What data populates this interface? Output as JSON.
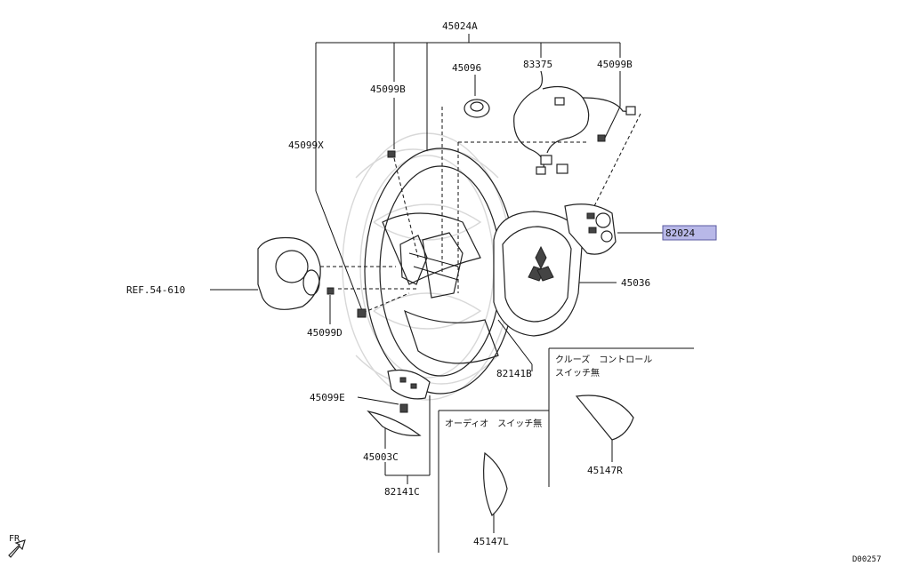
{
  "diagram": {
    "part_labels": {
      "p45024a": "45024A",
      "p45096": "45096",
      "p83375": "83375",
      "p45099b_left": "45099B",
      "p45099b_right": "45099B",
      "p45099x": "45099X",
      "p82024": "82024",
      "p45036": "45036",
      "ref": "REF.54-610",
      "p45099d": "45099D",
      "p82141b": "82141B",
      "p45099e": "45099E",
      "p45003c": "45003C",
      "p82141c": "82141C",
      "p45147r": "45147R",
      "p45147l": "45147L"
    },
    "notes": {
      "cruise_line1": "クルーズ　コントロール",
      "cruise_line2": "スイッチ無",
      "audio": "オーディオ　スイッチ無"
    },
    "direction": "FR",
    "diagram_code": "D00257",
    "highlight_color": "#b8b8e8"
  }
}
